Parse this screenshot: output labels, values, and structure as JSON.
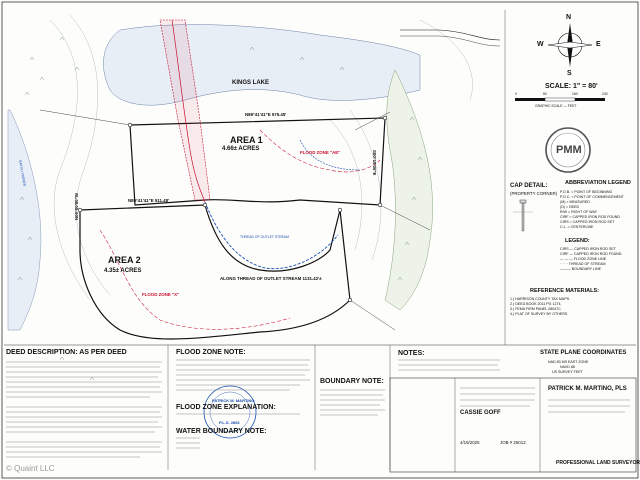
{
  "survey": {
    "area1": {
      "title": "AREA 1",
      "acres": "4.66± ACRES"
    },
    "area2": {
      "title": "AREA 2",
      "acres": "4.35± ACRES"
    },
    "kings_lake": "KINGS LAKE",
    "cap_detail": {
      "title": "CAP DETAIL:",
      "sub": "(PROPERTY CORNER)"
    },
    "scale": "SCALE: 1\" = 80'",
    "graphic_scale": "GRAPHIC SCALE — FEET",
    "scale_ticks": [
      "0",
      "80",
      "160",
      "240"
    ],
    "compass": {
      "n": "N",
      "s": "S",
      "e": "E",
      "w": "W"
    },
    "bearings": [
      "N89°41'41\"E 575.45'",
      "N89°41'41\"E 511.48'",
      "ALONG THREAD OF OUTLET STREAM 1131.42'±",
      "S00°19'06\"E",
      "N00°00'00\"W"
    ],
    "flood_zone_labels": [
      "FLOOD ZONE \"AE\"",
      "FLOOD ZONE \"X\""
    ],
    "thread_label": "THREAD OF OUTLET STREAM",
    "bayou_label": "BAYOU WISNER",
    "pmm_monogram": "PMM"
  },
  "sections": {
    "deed_title": "DEED DESCRIPTION: AS PER DEED",
    "flood_title": "FLOOD ZONE NOTE:",
    "flood_expl_title": "FLOOD ZONE EXPLANATION:",
    "water_title": "WATER BOUNDARY NOTE:",
    "boundary_title": "BOUNDARY NOTE:",
    "notes_title": "NOTES:",
    "abbrev_title": "ABBREVIATION LEGEND",
    "legend_title": "LEGEND:",
    "refmat_title": "REFERENCE MATERIALS:",
    "spc_title": "STATE PLANE COORDINATES"
  },
  "abbreviations": [
    "P.O.B. = POINT OF BEGINNING",
    "P.O.C. = POINT OF COMMENCEMENT",
    "(M) = MEASURED",
    "(D) = DEED",
    "R/W = RIGHT OF WAY",
    "CIRF = CAPPED IRON ROD FOUND",
    "CIRS = CAPPED IRON ROD SET",
    "C.L. = CENTERLINE"
  ],
  "legend": [
    "CIRS — CAPPED IRON ROD SET",
    "CIRF — CAPPED IRON ROD FOUND",
    "— — — FLOOD ZONE LINE",
    "· · · · THREAD OF STREAM",
    "——— BOUNDARY LINE"
  ],
  "reference_materials": [
    "1.) HARRISON COUNTY TAX MAPS.",
    "2.) DEED BOOK 2011 PG 1274.",
    "3.) FEMA FIRM PANEL 28047C.",
    "4.) PLAT OF SURVEY BY OTHERS."
  ],
  "state_plane": {
    "lines": [
      "NAD 83 MS EAST ZONE",
      "NAVD 88",
      "US SURVEY FEET"
    ]
  },
  "title_block": {
    "client_label": "CASSIE GOFF",
    "surveyor": "PATRICK M. MARTINO, PLS",
    "footer": "PROFESSIONAL LAND SURVEYOR",
    "seal_text": "PATRICK M. MARTINO",
    "seal_lic": "P.L.S. 2806",
    "date": "4/15/2025",
    "job": "JOB # 25012"
  },
  "watermark": "© Quaint LLC"
}
